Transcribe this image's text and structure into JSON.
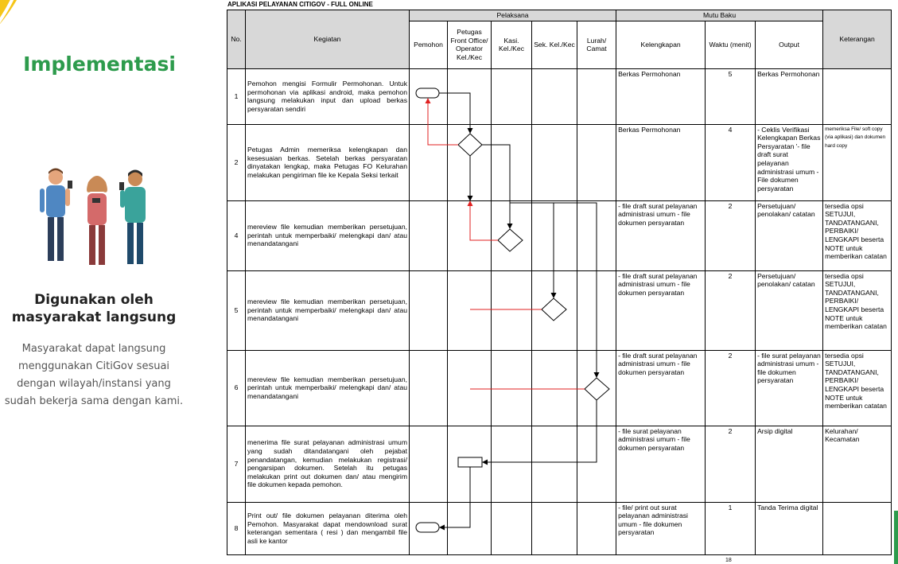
{
  "sidebar": {
    "title": "Implementasi",
    "heading": "Digunakan oleh masyarakat langsung",
    "description": "Masyarakat dapat langsung menggunakan CitiGov sesuai dengan wilayah/instansi yang sudah bekerja sama dengan kami."
  },
  "document": {
    "title": "APLIKASI PELAYANAN CITIGOV - FULL ONLINE",
    "page_number": "18",
    "headers": {
      "no": "No.",
      "kegiatan": "Kegiatan",
      "pelaksana": "Pelaksana",
      "mutu_baku": "Mutu Baku",
      "keterangan": "Keterangan",
      "pemohon": "Pemohon",
      "petugas": "Petugas Front Office/ Operator Kel./Kec",
      "kasi": "Kasi. Kel./Kec",
      "sek": "Sek. Kel./Kec",
      "lurah": "Lurah/ Camat",
      "kelengkapan": "Kelengkapan",
      "waktu": "Waktu (menit)",
      "output": "Output"
    },
    "rows": [
      {
        "no": "1",
        "kegiatan": "Pemohon mengisi Formulir Permohonan. Untuk permohonan via aplikasi android, maka pemohon langsung melakukan input dan upload berkas persyaratan sendiri",
        "kelengkapan": "Berkas Permohonan",
        "waktu": "5",
        "output": "Berkas Permohonan",
        "keterangan": ""
      },
      {
        "no": "2",
        "kegiatan": "Petugas Admin memeriksa kelengkapan dan kesesuaian berkas. Setelah berkas persyaratan dinyatakan lengkap, maka Petugas FO Kelurahan melakukan pengiriman file ke Kepala Seksi terkait",
        "kelengkapan": "Berkas Permohonan",
        "waktu": "4",
        "output": "- Ceklis Verifikasi Kelengkapan Berkas Persyaratan '- file draft surat pelayanan administrasi umum - File dokumen persyaratan",
        "keterangan": "memeriksa File/ soft copy (via aplikasi) dan dokumen hard copy"
      },
      {
        "no": "4",
        "kegiatan": "mereview file kemudian memberikan persetujuan, perintah untuk memperbaiki/ melengkapi dan/ atau menandatangani",
        "kelengkapan": "- file draft surat pelayanan administrasi umum - file dokumen persyaratan",
        "waktu": "2",
        "output": "Persetujuan/ penolakan/ catatan",
        "keterangan": "tersedia opsi SETUJUI, TANDATANGANI, PERBAIKI/ LENGKAPI beserta NOTE untuk memberikan catatan"
      },
      {
        "no": "5",
        "kegiatan": "mereview file kemudian memberikan persetujuan, perintah untuk memperbaiki/ melengkapi dan/ atau menandatangani",
        "kelengkapan": "- file draft surat pelayanan administrasi umum - file dokumen persyaratan",
        "waktu": "2",
        "output": "Persetujuan/ penolakan/ catatan",
        "keterangan": "tersedia opsi SETUJUI, TANDATANGANI, PERBAIKI/ LENGKAPI beserta NOTE untuk memberikan catatan"
      },
      {
        "no": "6",
        "kegiatan": "mereview file kemudian memberikan persetujuan, perintah untuk memperbaiki/ melengkapi dan/ atau menandatangani",
        "kelengkapan": "- file draft surat pelayanan administrasi umum - file dokumen persyaratan",
        "waktu": "2",
        "output": "- file surat pelayanan administrasi umum - file dokumen persyaratan",
        "keterangan": "tersedia opsi SETUJUI, TANDATANGANI, PERBAIKI/ LENGKAPI beserta NOTE untuk memberikan catatan"
      },
      {
        "no": "7",
        "kegiatan": "menerima file surat pelayanan administrasi umum yang sudah ditandatangani oleh pejabat penandatangan, kemudian melakukan registrasi/ pengarsipan dokumen. Setelah itu petugas melakukan print out dokumen dan/ atau mengirim file dokumen kepada pemohon.",
        "kelengkapan": "- file surat pelayanan administrasi umum - file dokumen persyaratan",
        "waktu": "2",
        "output": "Arsip digital",
        "keterangan": "Kelurahan/ Kecamatan"
      },
      {
        "no": "8",
        "kegiatan": "Print out/ file dokumen pelayanan diterima oleh Pemohon. Masyarakat dapat mendownload surat keterangan sementara ( resi ) dan mengambil file asli ke kantor",
        "kelengkapan": "- file/ print out surat pelayanan administrasi umum - file dokumen persyaratan",
        "waktu": "1",
        "output": "Tanda Terima digital",
        "keterangan": ""
      }
    ]
  },
  "colors": {
    "brand_green": "#2d9b4c",
    "flow_red": "#e02020",
    "accent_yellow": "#f5c518"
  }
}
